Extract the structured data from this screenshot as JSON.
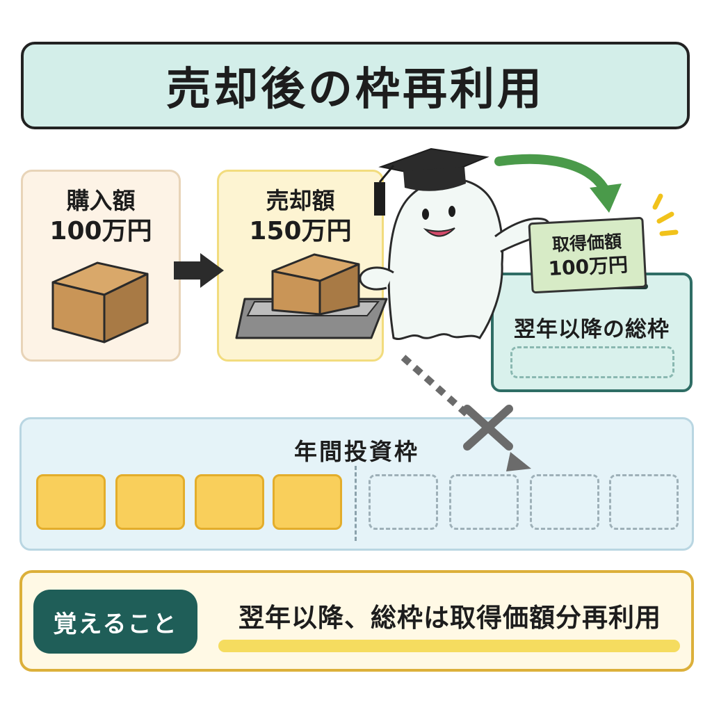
{
  "title": "売却後の枠再利用",
  "buy": {
    "label": "購入額",
    "amount": "100万円"
  },
  "sell": {
    "label": "売却額",
    "amount": "150万円"
  },
  "ticket": {
    "label": "取得価額",
    "amount": "100万円"
  },
  "next_year": {
    "label": "翌年以降の総枠"
  },
  "annual": {
    "label": "年間投資枠",
    "used_slots": 4,
    "total_slots": 8
  },
  "memo": {
    "badge": "覚えること",
    "text": "翌年以降、総枠は取得価額分再利用"
  },
  "colors": {
    "accent_green": "#4a9a4a",
    "teal_dark": "#1f5e58",
    "slot_yellow": "#f9cf5b"
  }
}
